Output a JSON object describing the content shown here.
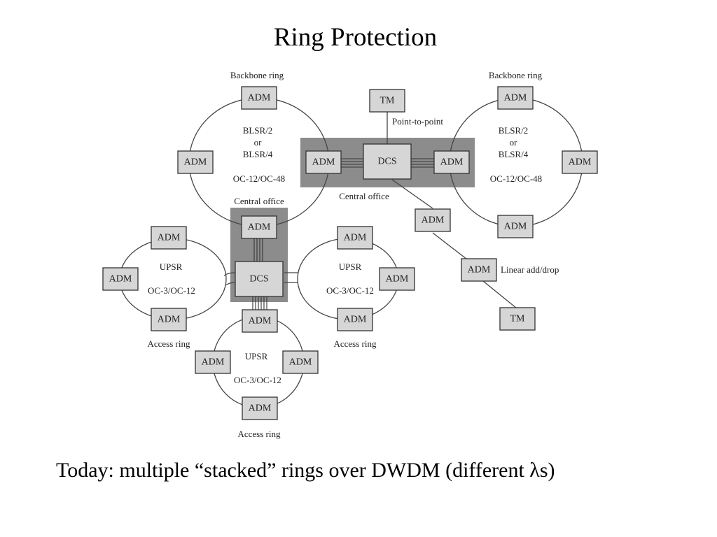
{
  "title": "Ring Protection",
  "footer": "Today: multiple “stacked” rings over DWDM (different λs)",
  "labels": {
    "adm": "ADM",
    "dcs": "DCS",
    "tm": "TM",
    "backbone_ring": "Backbone ring",
    "access_ring": "Access ring",
    "central_office": "Central office",
    "point_to_point": "Point-to-point",
    "linear_add_drop": "Linear add/drop"
  },
  "rings": {
    "backbone_left": {
      "protocol_1": "BLSR/2",
      "or": "or",
      "protocol_2": "BLSR/4",
      "rate": "OC-12/OC-48"
    },
    "backbone_right": {
      "protocol_1": "BLSR/2",
      "or": "or",
      "protocol_2": "BLSR/4",
      "rate": "OC-12/OC-48"
    },
    "access_left": {
      "protocol": "UPSR",
      "rate": "OC-3/OC-12"
    },
    "access_right": {
      "protocol": "UPSR",
      "rate": "OC-3/OC-12"
    },
    "access_bottom": {
      "protocol": "UPSR",
      "rate": "OC-3/OC-12"
    }
  },
  "colors": {
    "node_fill": "#d6d6d6",
    "central_office_fill": "#8c8c8c",
    "line": "#444444"
  }
}
